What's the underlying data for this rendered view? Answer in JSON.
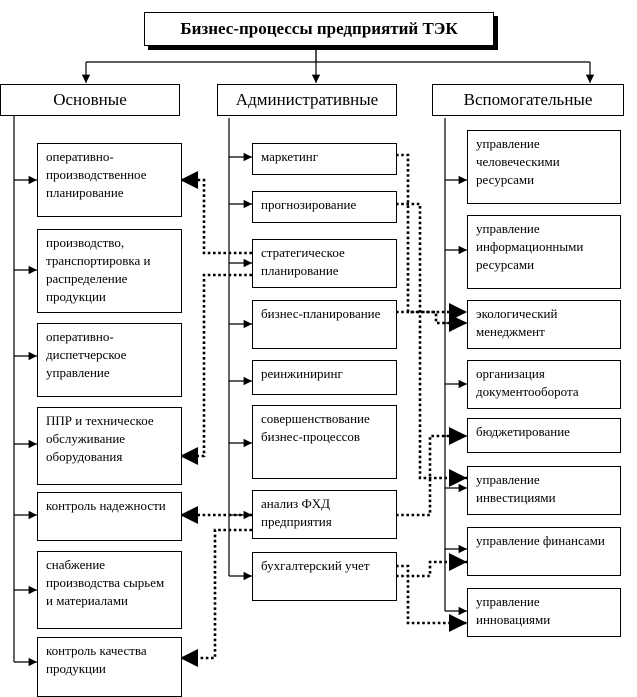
{
  "title": "Бизнес-процессы предприятий ТЭК",
  "categories": {
    "main": "Основные",
    "admin": "Административные",
    "aux": "Вспомогательные"
  },
  "main_items": [
    "оперативно-производственное планирование",
    "производство, транспортировка и распределение продукции",
    "оперативно-диспетчерское управление",
    "ППР и техническое обслуживание оборудования",
    "контроль надежности",
    "снабжение производства сырьем и материалами",
    "контроль качества продукции"
  ],
  "admin_items": [
    "маркетинг",
    "прогнозирование",
    "стратегическое планирование",
    "бизнес-планирование",
    "реинжиниринг",
    "совершенствование бизнес-процессов",
    "анализ ФХД предприятия",
    "бухгалтерский учет"
  ],
  "aux_items": [
    "управление человеческими ресурсами",
    "управление информационными ресурсами",
    "экологический менеджмент",
    "организация документооборота",
    "бюджетирование",
    "управление инвестициями",
    "управление финансами",
    "управление инновациями"
  ]
}
